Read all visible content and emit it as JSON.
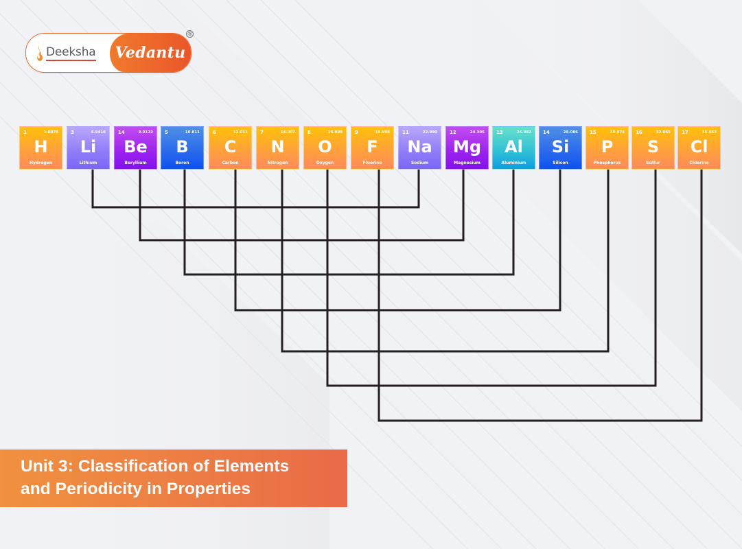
{
  "logo": {
    "left_text": "Deeksha",
    "right_text": "Vedantu",
    "registered_mark": "®",
    "colors": {
      "orange": "#ec6a2a",
      "underline": "#d9453a",
      "text_gray": "#5a5a66"
    }
  },
  "elements": [
    {
      "number": "1",
      "mass": "1.0078",
      "symbol": "H",
      "name": "Hydrogen",
      "color_group": "orange"
    },
    {
      "number": "3",
      "mass": "6.9410",
      "symbol": "Li",
      "name": "Lithium",
      "color_group": "lavender"
    },
    {
      "number": "14",
      "mass": "9.0122",
      "symbol": "Be",
      "name": "Beryllium",
      "color_group": "purple"
    },
    {
      "number": "5",
      "mass": "10.811",
      "symbol": "B",
      "name": "Boron",
      "color_group": "blue"
    },
    {
      "number": "6",
      "mass": "12.011",
      "symbol": "C",
      "name": "Carbon",
      "color_group": "orange"
    },
    {
      "number": "7",
      "mass": "14.007",
      "symbol": "N",
      "name": "Nitrogen",
      "color_group": "orange"
    },
    {
      "number": "8",
      "mass": "15.999",
      "symbol": "O",
      "name": "Oxygen",
      "color_group": "orange"
    },
    {
      "number": "9",
      "mass": "18.998",
      "symbol": "F",
      "name": "Fluorine",
      "color_group": "orange"
    },
    {
      "number": "11",
      "mass": "22.990",
      "symbol": "Na",
      "name": "Sodium",
      "color_group": "lavender"
    },
    {
      "number": "12",
      "mass": "24.305",
      "symbol": "Mg",
      "name": "Magnesium",
      "color_group": "purple"
    },
    {
      "number": "13",
      "mass": "26.982",
      "symbol": "Al",
      "name": "Aluminium",
      "color_group": "teal"
    },
    {
      "number": "14",
      "mass": "28.086",
      "symbol": "Si",
      "name": "Silicon",
      "color_group": "blue"
    },
    {
      "number": "15",
      "mass": "30.974",
      "symbol": "P",
      "name": "Phosphorus",
      "color_group": "orange"
    },
    {
      "number": "16",
      "mass": "32.065",
      "symbol": "S",
      "name": "Sulfur",
      "color_group": "orange"
    },
    {
      "number": "17",
      "mass": "35.453",
      "symbol": "Cl",
      "name": "Chlorine",
      "color_group": "orange"
    }
  ],
  "connections": [
    {
      "from": "Li",
      "to": "Na"
    },
    {
      "from": "Be",
      "to": "Mg"
    },
    {
      "from": "B",
      "to": "Al"
    },
    {
      "from": "C",
      "to": "Si"
    },
    {
      "from": "N",
      "to": "P"
    },
    {
      "from": "O",
      "to": "S"
    },
    {
      "from": "F",
      "to": "Cl"
    }
  ],
  "banner": {
    "line1": "Unit 3: Classification of Elements",
    "line2": "and Periodicity in Properties",
    "colors": {
      "start": "#f0913f",
      "end": "#ea6a47"
    }
  }
}
